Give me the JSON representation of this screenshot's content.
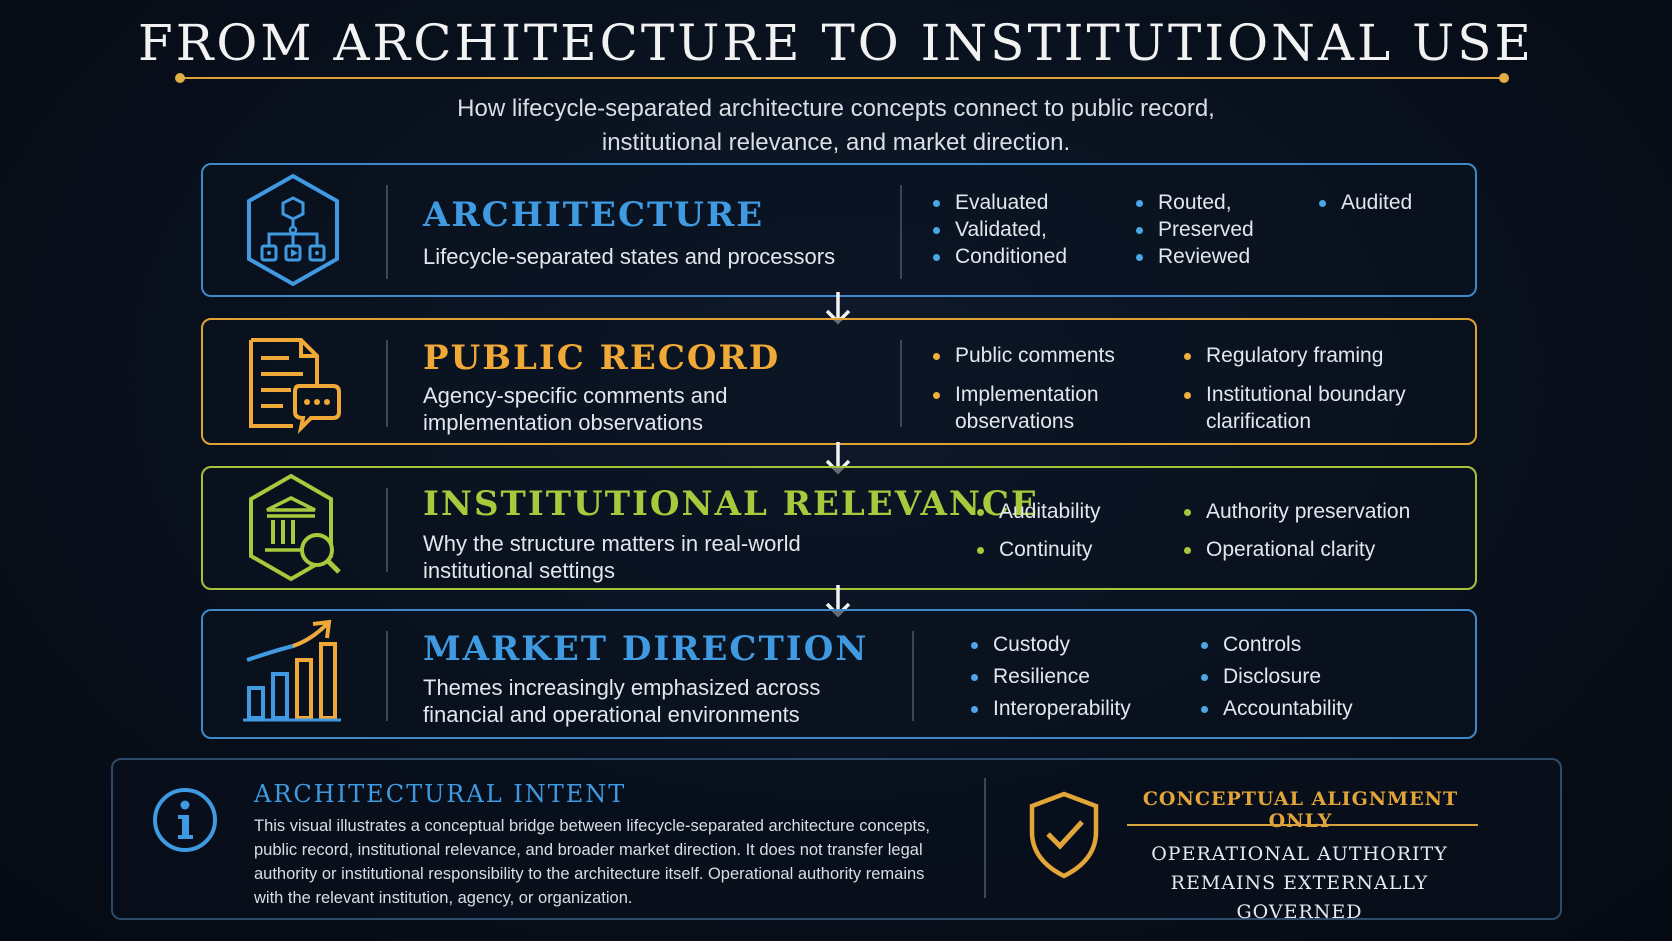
{
  "header": {
    "title": "FROM ARCHITECTURE TO INSTITUTIONAL USE",
    "subtitle_line1": "How lifecycle-separated architecture concepts connect to public record,",
    "subtitle_line2": "institutional relevance, and market direction."
  },
  "colors": {
    "blue": "#3f9ae2",
    "orange": "#f0a836",
    "green": "#a9c93d",
    "gold": "#d9a23a"
  },
  "architecture": {
    "icon": "hexagon-hierarchy-icon",
    "heading": "ARCHITECTURE",
    "description": "Lifecycle-separated states and processors",
    "col1": [
      "Evaluated",
      "Validated,",
      "Conditioned"
    ],
    "col2": [
      "Routed,",
      "Preserved",
      "Reviewed"
    ],
    "col3": [
      "Audited"
    ]
  },
  "public_record": {
    "icon": "document-comment-icon",
    "heading": "PUBLIC RECORD",
    "description_line1": "Agency-specific comments and",
    "description_line2": "implementation observations",
    "col1": [
      "Public comments",
      "Implementation observations"
    ],
    "col2": [
      "Regulatory framing",
      "Institutional boundary clarification"
    ]
  },
  "institutional_relevance": {
    "icon": "institution-search-icon",
    "heading": "INSTITUTIONAL RELEVANCE",
    "description_line1": "Why the structure matters in real-world",
    "description_line2": "institutional settings",
    "col1": [
      "Auditability",
      "Continuity"
    ],
    "col2": [
      "Authority preservation",
      "Operational clarity"
    ]
  },
  "market_direction": {
    "icon": "rising-bar-chart-icon",
    "heading": "MARKET DIRECTION",
    "description_line1": "Themes increasingly emphasized across",
    "description_line2": "financial and operational environments",
    "col1": [
      "Custody",
      "Resilience",
      "Interoperability"
    ],
    "col2": [
      "Controls",
      "Disclosure",
      "Accountability"
    ]
  },
  "intent": {
    "icon": "info-icon",
    "heading": "ARCHITECTURAL INTENT",
    "text": "This visual illustrates a conceptual bridge between lifecycle-separated architecture concepts, public record, institutional relevance, and broader market direction. It does not transfer legal authority or institutional responsibility to the architecture itself. Operational authority remains with the relevant institution, agency, or organization.",
    "shield_icon": "shield-check-icon",
    "alignment_heading": "CONCEPTUAL ALIGNMENT ONLY",
    "authority_line1": "OPERATIONAL AUTHORITY",
    "authority_line2": "REMAINS EXTERNALLY GOVERNED"
  }
}
